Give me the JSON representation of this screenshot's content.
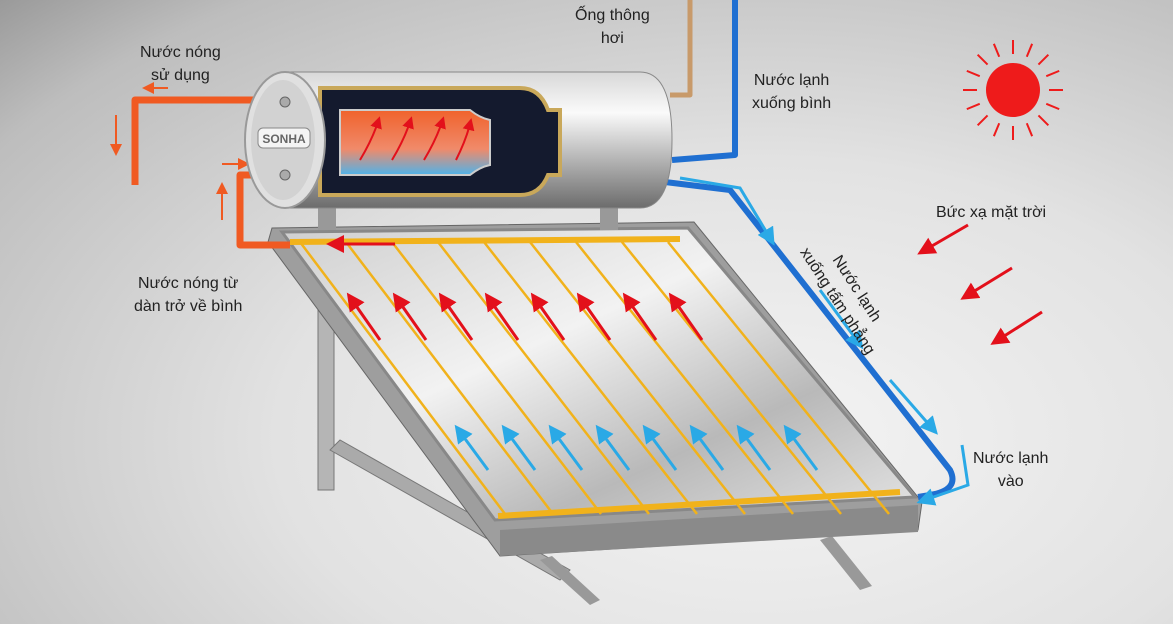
{
  "brand": "SONHA",
  "labels": {
    "hot_water_use": [
      "Nước nóng",
      "sử dụng"
    ],
    "vent_pipe": [
      "Ống thông",
      "hơi"
    ],
    "cold_to_tank": [
      "Nước lạnh",
      "xuống bình"
    ],
    "solar_radiation": "Bức xạ mặt trời",
    "hot_return": [
      "Nước nóng từ",
      "dàn trở về bình"
    ],
    "cold_to_panel": [
      "Nước lạnh",
      "xuống tấm phẳng"
    ],
    "cold_inlet": [
      "Nước lạnh",
      "vào"
    ]
  },
  "colors": {
    "hot": "#f05a22",
    "cold": "#1f6fd1",
    "cold_arrow": "#2aa9e6",
    "hot_arrow": "#e3101b",
    "sun": "#ee1b1b",
    "riser": "#f1b21b",
    "vent": "#c89a6a"
  }
}
